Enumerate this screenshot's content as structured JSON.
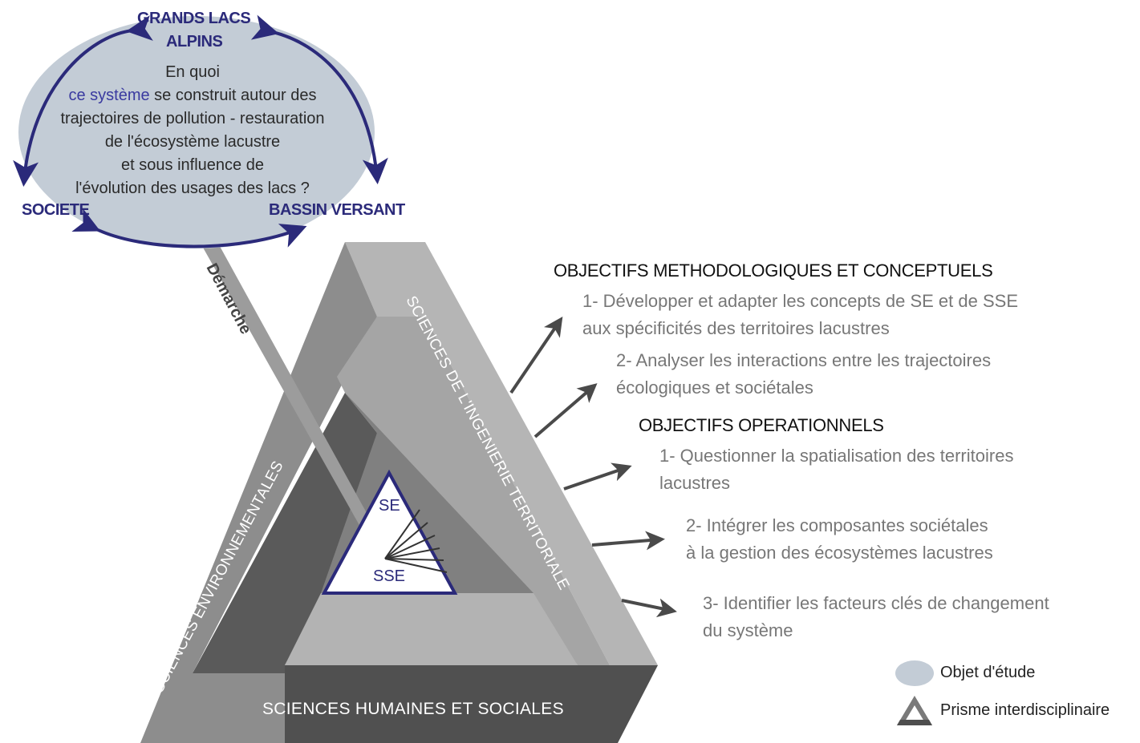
{
  "study_object": {
    "label_top_line1": "GRANDS LACS",
    "label_top_line2": "ALPINS",
    "label_left": "SOCIETE",
    "label_right": "BASSIN VERSANT",
    "question_line1": "En quoi",
    "question_line2_highlight": "ce système",
    "question_line2_rest": " se construit autour des",
    "question_line3": "trajectoires de pollution - restauration",
    "question_line4": "de l'écosystème lacustre",
    "question_line5": "et sous influence de",
    "question_line6": "l'évolution des usages des lacs ?"
  },
  "approach_label": "Démarche",
  "prism": {
    "right_side": "SCIENCES DE L'INGENIERIE TERRITORIALE",
    "left_side": "SCIENCES ENVIRONNEMENTALES",
    "bottom_side": "SCIENCES HUMAINES ET SOCIALES",
    "inner_top": "SE",
    "inner_bottom": "SSE"
  },
  "objectives": {
    "methodological_title": "OBJECTIFS METHODOLOGIQUES ET CONCEPTUELS",
    "methodological_items": [
      {
        "line1": "1- Développer et adapter les concepts de SE  et de SSE",
        "line2": "aux spécificités des territoires lacustres"
      },
      {
        "line1": "2- Analyser les interactions entre les trajectoires",
        "line2": "écologiques et sociétales"
      }
    ],
    "operational_title": "OBJECTIFS OPERATIONNELS",
    "operational_items": [
      {
        "line1": "1- Questionner la spatialisation des territoires",
        "line2": "lacustres"
      },
      {
        "line1": "2- Intégrer les composantes sociétales",
        "line2": "à la gestion des écosystèmes lacustres"
      },
      {
        "line1": "3- Identifier les facteurs clés de changement",
        "line2": "du système"
      }
    ]
  },
  "legend": {
    "study_object": "Objet d'étude",
    "prism": "Prisme interdisciplinaire"
  },
  "colors": {
    "ellipse_fill": "#c3ccd6",
    "navy": "#2b2a7a",
    "arrow": "#4a4a4a",
    "prism_light": "#b3b3b3",
    "prism_mid": "#8a8a8a",
    "prism_dark": "#4e4e4e"
  }
}
